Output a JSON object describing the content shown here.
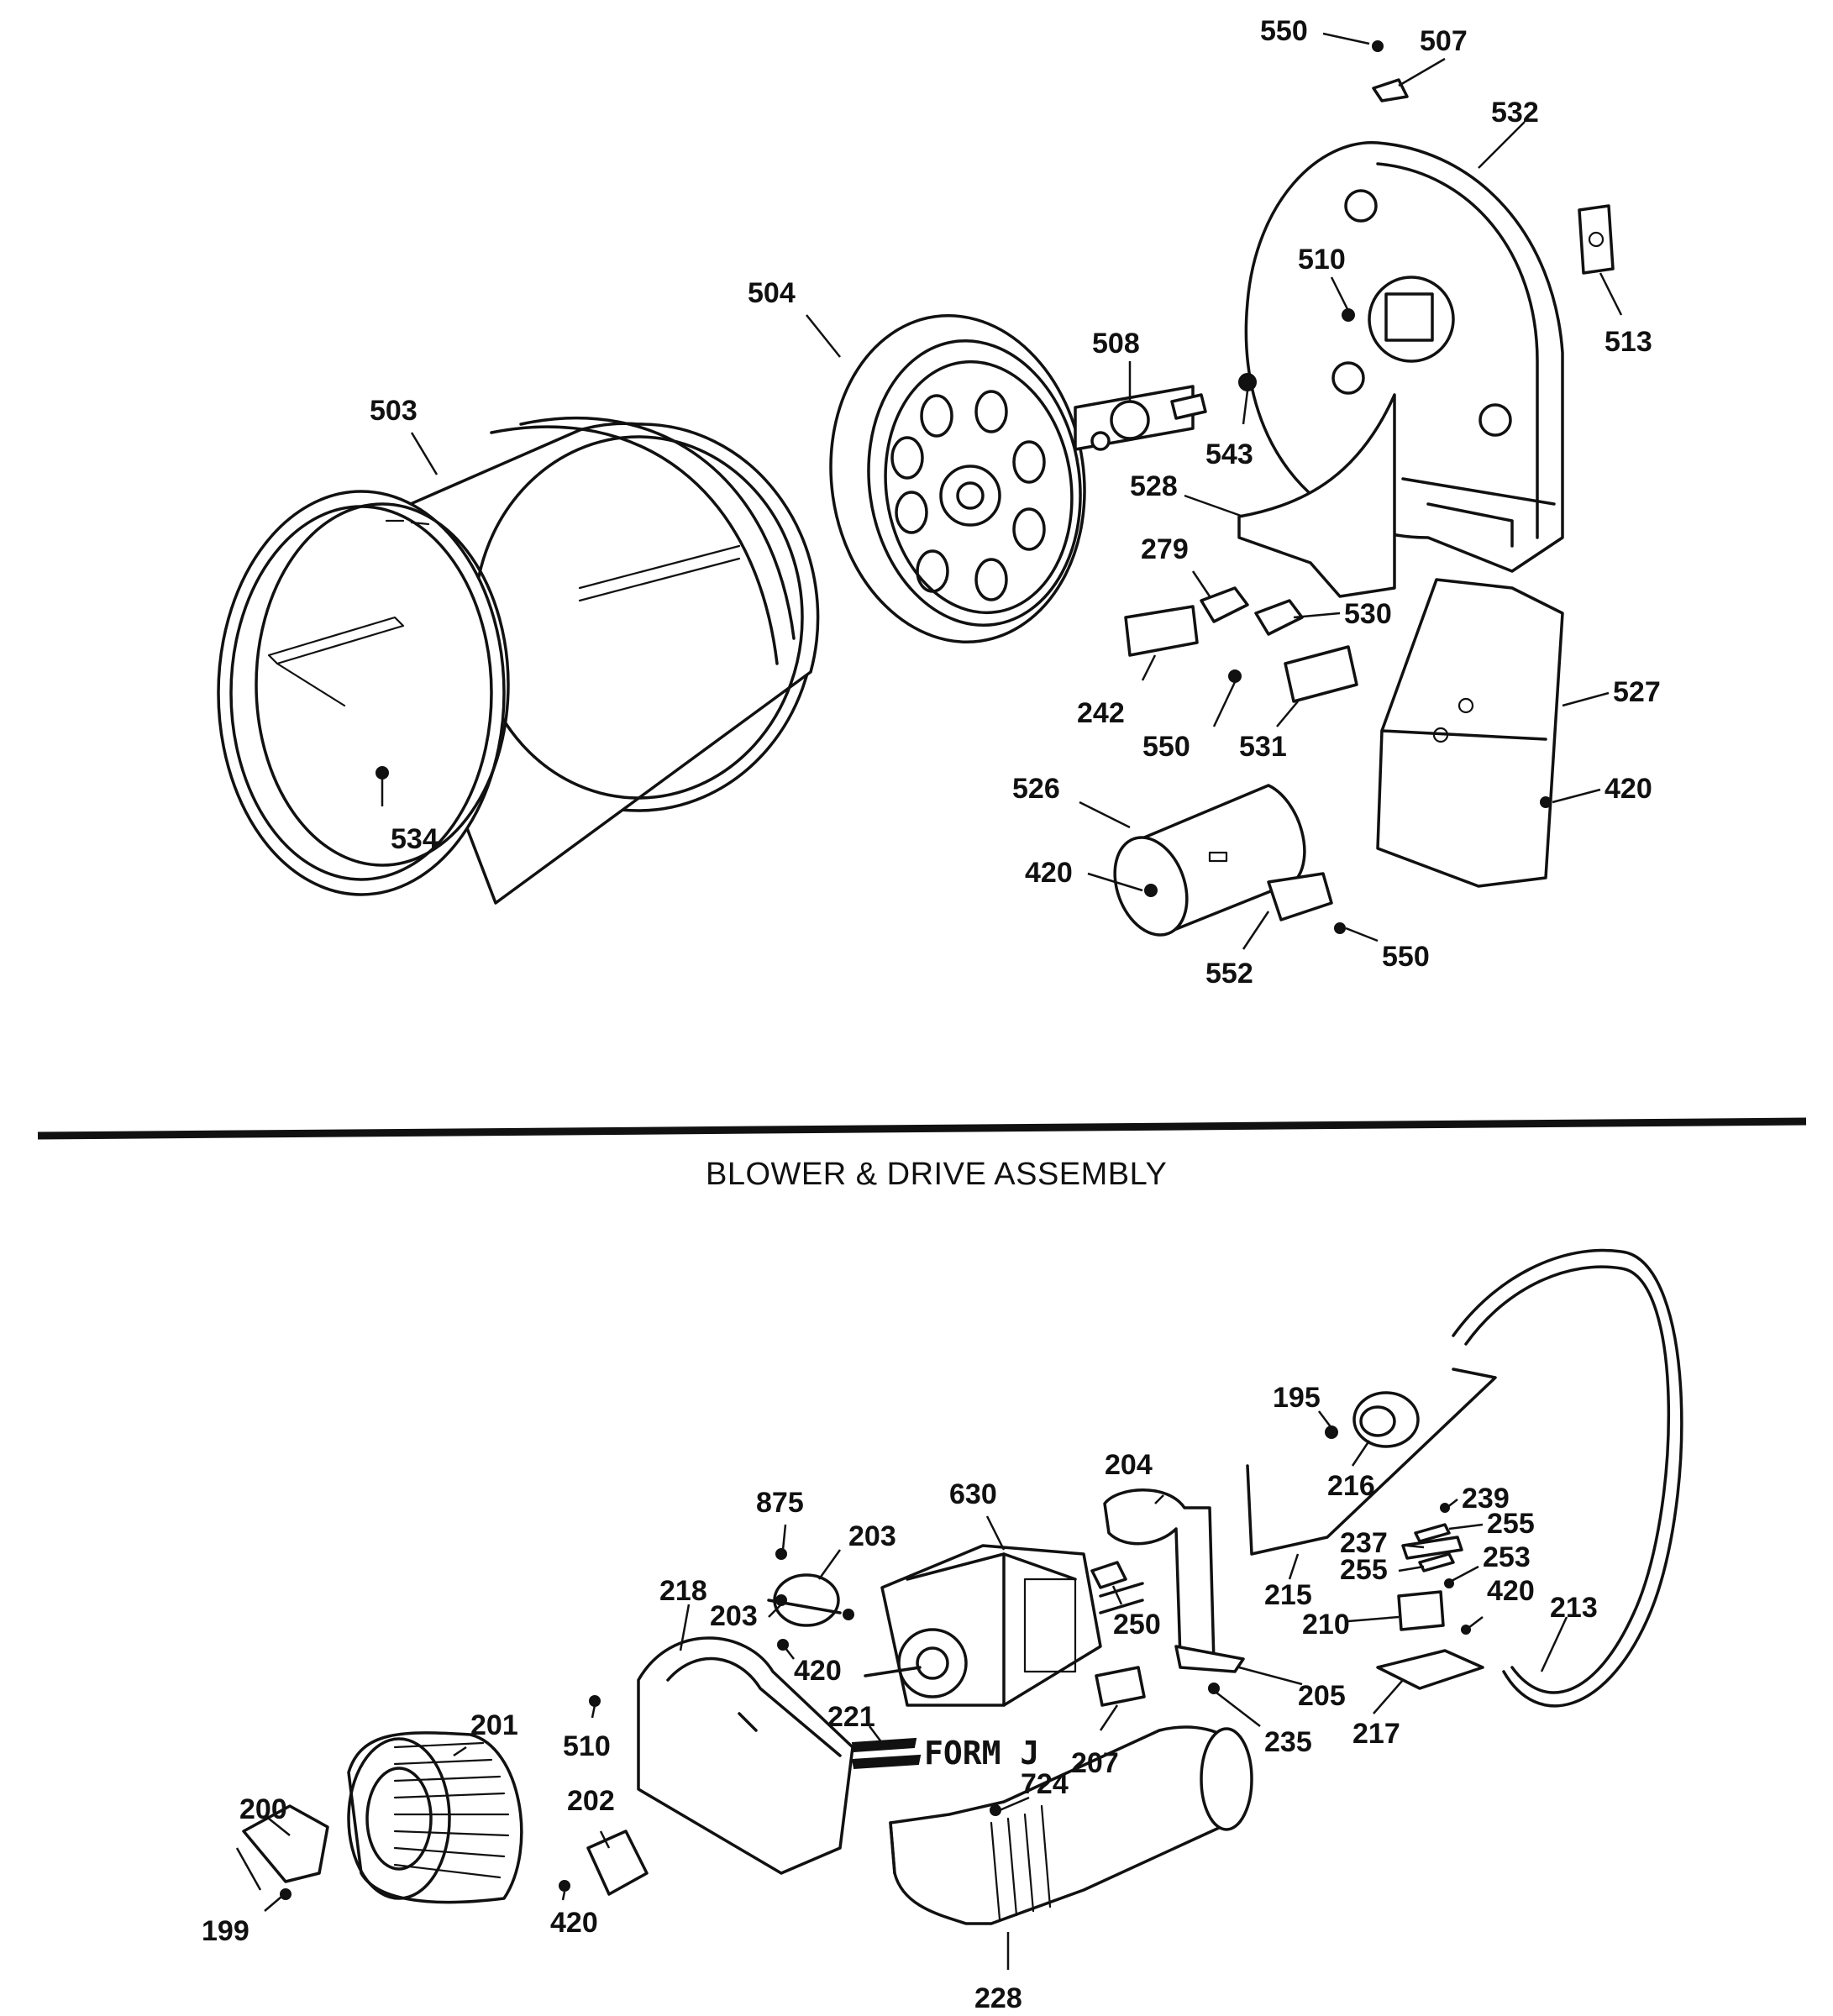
{
  "section_title": "BLOWER & DRIVE ASSEMBLY",
  "form_label": "FORM J",
  "part_labels": [
    "550",
    "507",
    "532",
    "510",
    "513",
    "504",
    "508",
    "543",
    "503",
    "528",
    "279",
    "530",
    "242",
    "550",
    "531",
    "527",
    "420",
    "526",
    "420",
    "534",
    "552",
    "550",
    "195",
    "216",
    "239",
    "255",
    "237",
    "255",
    "253",
    "420",
    "213",
    "204",
    "630",
    "875",
    "203",
    "203",
    "218",
    "250",
    "215",
    "210",
    "205",
    "235",
    "217",
    "420",
    "510",
    "221",
    "201",
    "207",
    "724",
    "200",
    "202",
    "199",
    "420",
    "228"
  ]
}
